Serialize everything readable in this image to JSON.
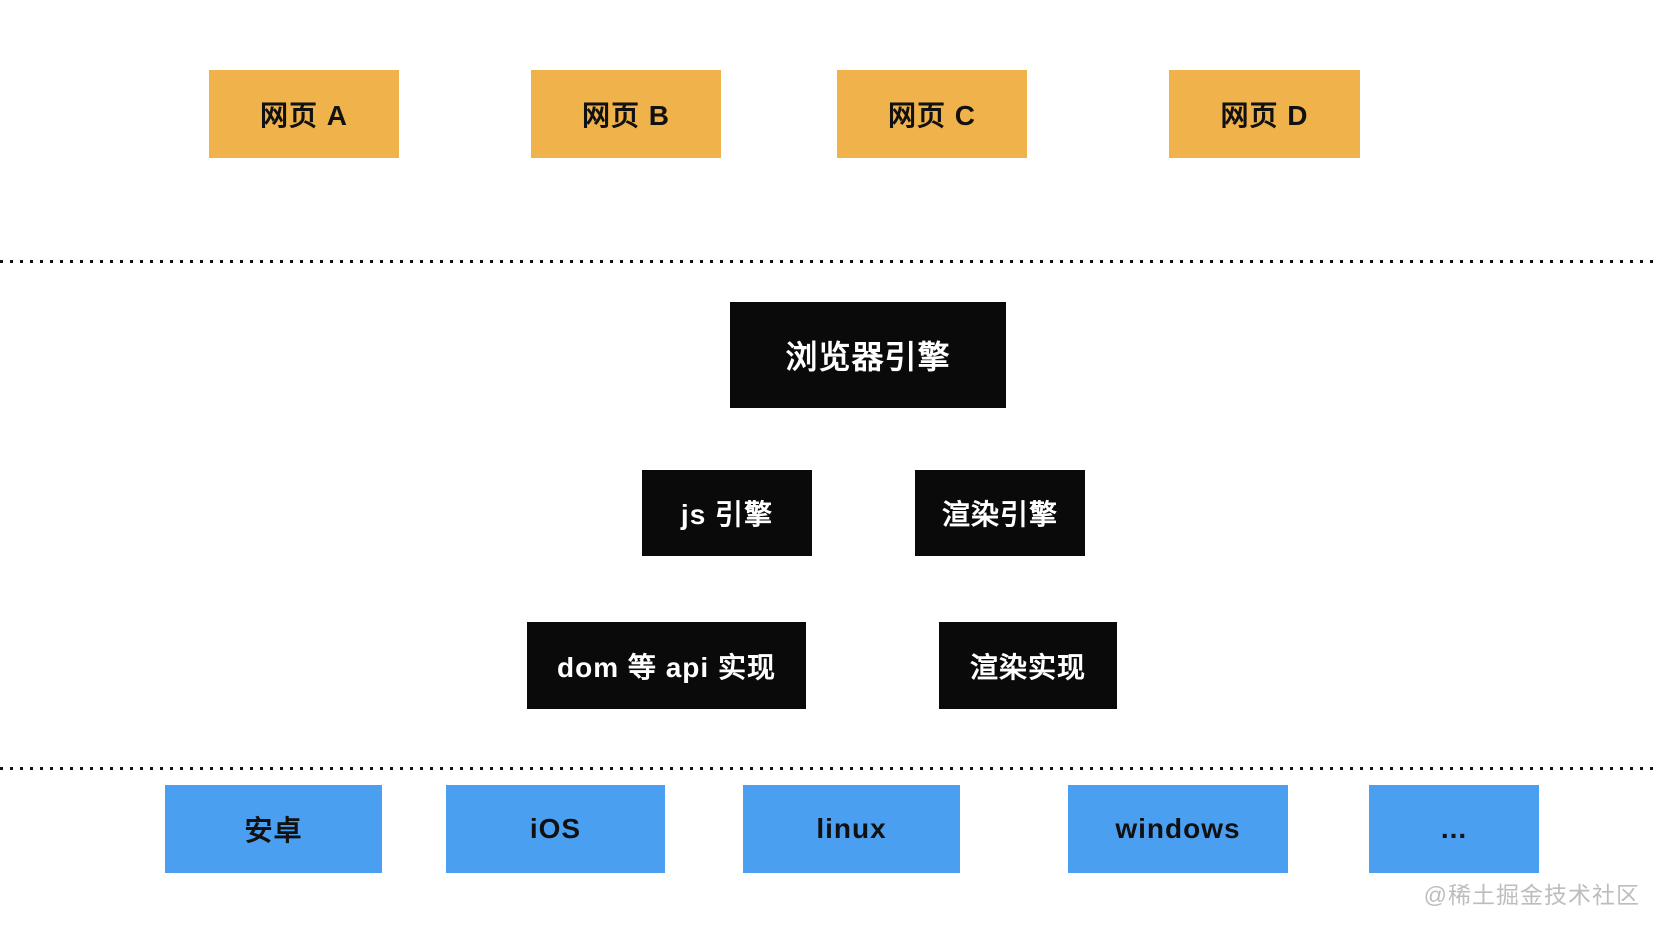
{
  "colors": {
    "webpage_box": "#F0B24A",
    "engine_box": "#0A0A0A",
    "engine_text": "#FFFFFF",
    "platform_box": "#4A9FF0",
    "box_text": "#111111",
    "divider_dots": "#131313",
    "watermark_text": "#BDBDBD",
    "background": "#FFFFFF"
  },
  "webpages": [
    {
      "label": "网页 A"
    },
    {
      "label": "网页 B"
    },
    {
      "label": "网页 C"
    },
    {
      "label": "网页 D"
    }
  ],
  "browser_engine": {
    "label": "浏览器引擎"
  },
  "engine_components": [
    {
      "label": "js 引擎"
    },
    {
      "label": "渲染引擎"
    }
  ],
  "implementations": [
    {
      "label": "dom 等 api 实现"
    },
    {
      "label": "渲染实现"
    }
  ],
  "platforms": [
    {
      "label": "安卓"
    },
    {
      "label": "iOS"
    },
    {
      "label": "linux"
    },
    {
      "label": "windows"
    },
    {
      "label": "..."
    }
  ],
  "watermark": {
    "label": "@稀土掘金技术社区"
  }
}
